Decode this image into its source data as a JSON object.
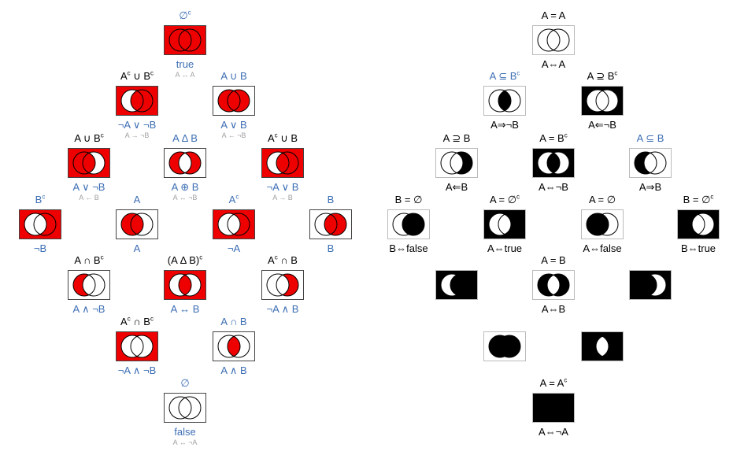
{
  "colors": {
    "red": "#ee0000",
    "black": "#000000",
    "white": "#ffffff",
    "blue_text": "#3c6eb4",
    "gray_text": "#a0a0a0"
  },
  "left": {
    "nodes": [
      {
        "id": "L-top",
        "fill": {
          "outside": true,
          "a": true,
          "b": true,
          "ab": true
        },
        "label_top": {
          "text": "∅",
          "sup": "c",
          "color": "blu"
        },
        "label_bot": {
          "text": "true",
          "color": "blu"
        },
        "label_sub": "A ↔ A"
      },
      {
        "id": "L-r1-a",
        "fill": {
          "outside": true,
          "a": false,
          "b": true,
          "ab": true
        },
        "label_top": {
          "text": "A",
          "sup": "c",
          "text2": " ∪ B",
          "sup2": "c",
          "color": "blk"
        },
        "label_bot": {
          "text": "¬A ∨ ¬B",
          "color": "blu"
        },
        "label_sub": "A → ¬B"
      },
      {
        "id": "L-r1-b",
        "fill": {
          "outside": false,
          "a": true,
          "b": true,
          "ab": true
        },
        "label_top": {
          "text": "A ∪ B",
          "color": "blu"
        },
        "label_bot": {
          "text": "A ∨ B",
          "color": "blu"
        },
        "label_sub": "A ← ¬B"
      },
      {
        "id": "L-r2-a",
        "fill": {
          "outside": true,
          "a": true,
          "b": false,
          "ab": true
        },
        "label_top": {
          "text": "A ∪ B",
          "sup": "c",
          "color": "blk"
        },
        "label_bot": {
          "text": "A ∨ ¬B",
          "color": "blu"
        },
        "label_sub": "A ← B"
      },
      {
        "id": "L-r2-b",
        "fill": {
          "outside": false,
          "a": true,
          "b": true,
          "ab": false
        },
        "label_top": {
          "text": "A Δ B",
          "color": "blu"
        },
        "label_bot": {
          "text": "A ⊕ B",
          "color": "blu"
        },
        "label_sub": "A ↔ ¬B"
      },
      {
        "id": "L-r2-c",
        "fill": {
          "outside": true,
          "a": false,
          "b": true,
          "ab": true
        },
        "label_top": {
          "text": "A",
          "sup": "c",
          "text2": " ∪ B",
          "color": "blk"
        },
        "label_bot": {
          "text": "¬A ∨ B",
          "color": "blu"
        },
        "label_sub": "A → B"
      },
      {
        "id": "L-r3-a",
        "fill": {
          "outside": true,
          "a": false,
          "b": true,
          "ab": false
        },
        "label_top": {
          "text": "B",
          "sup": "c",
          "color": "blu"
        },
        "label_bot": {
          "text": "¬B",
          "color": "blu"
        },
        "label_sub": ""
      },
      {
        "id": "L-r3-b",
        "fill": {
          "outside": false,
          "a": true,
          "b": false,
          "ab": true
        },
        "label_top": {
          "text": "A",
          "color": "blu"
        },
        "label_bot": {
          "text": "A",
          "color": "blu"
        },
        "label_sub": ""
      },
      {
        "id": "L-r3-c",
        "fill": {
          "outside": true,
          "a": false,
          "b": true,
          "ab": false
        },
        "label_top": {
          "text": "A",
          "sup": "c",
          "color": "blu"
        },
        "label_bot": {
          "text": "¬A",
          "color": "blu"
        },
        "label_sub": ""
      },
      {
        "id": "L-r3-d",
        "fill": {
          "outside": false,
          "a": false,
          "b": true,
          "ab": true
        },
        "label_top": {
          "text": "B",
          "color": "blu"
        },
        "label_bot": {
          "text": "B",
          "color": "blu"
        },
        "label_sub": ""
      },
      {
        "id": "L-r4-a",
        "fill": {
          "outside": false,
          "a": true,
          "b": false,
          "ab": false
        },
        "label_top": {
          "text": "A ∩ B",
          "sup": "c",
          "color": "blk"
        },
        "label_bot": {
          "text": "A ∧ ¬B",
          "color": "blu"
        },
        "label_sub": ""
      },
      {
        "id": "L-r4-b",
        "fill": {
          "outside": true,
          "a": false,
          "b": false,
          "ab": true
        },
        "label_top": {
          "text": "(A Δ B)",
          "sup": "c",
          "color": "blk"
        },
        "label_bot": {
          "text": "A ↔ B",
          "color": "blu"
        },
        "label_sub": ""
      },
      {
        "id": "L-r4-c",
        "fill": {
          "outside": false,
          "a": false,
          "b": true,
          "ab": false
        },
        "label_top": {
          "text": "A",
          "sup": "c",
          "text2": " ∩ B",
          "color": "blk"
        },
        "label_bot": {
          "text": "¬A ∧ B",
          "color": "blu"
        },
        "label_sub": ""
      },
      {
        "id": "L-r5-a",
        "fill": {
          "outside": true,
          "a": false,
          "b": false,
          "ab": false
        },
        "label_top": {
          "text": "A",
          "sup": "c",
          "text2": " ∩ B",
          "sup2": "c",
          "color": "blk"
        },
        "label_bot": {
          "text": "¬A ∧ ¬B",
          "color": "blu"
        },
        "label_sub": ""
      },
      {
        "id": "L-r5-b",
        "fill": {
          "outside": false,
          "a": false,
          "b": false,
          "ab": true
        },
        "label_top": {
          "text": "A ∩ B",
          "color": "blu"
        },
        "label_bot": {
          "text": "A ∧ B",
          "color": "blu"
        },
        "label_sub": ""
      },
      {
        "id": "L-bottom",
        "fill": {
          "outside": false,
          "a": false,
          "b": false,
          "ab": false
        },
        "label_top": {
          "text": "∅",
          "color": "blu"
        },
        "label_bot": {
          "text": "false",
          "color": "blu"
        },
        "label_sub": "A ↔ ¬A"
      }
    ]
  },
  "right": {
    "nodes": [
      {
        "id": "R-top",
        "fill": {
          "outside": false,
          "a": false,
          "b": false,
          "ab": false
        },
        "label_top": {
          "text": "A = A",
          "color": "blk"
        },
        "label_bot": {
          "text": "A⇔A",
          "color": "blk"
        }
      },
      {
        "id": "R-r1-a",
        "fill": {
          "outside": false,
          "a": false,
          "b": false,
          "ab": true
        },
        "label_top": {
          "text": "A ⊆ B",
          "sup": "c",
          "color": "blu"
        },
        "label_bot": {
          "text": "A⇒¬B",
          "color": "blk"
        }
      },
      {
        "id": "R-r1-b",
        "fill": {
          "outside": true,
          "a": false,
          "b": false,
          "ab": false
        },
        "label_top": {
          "text": "A ⊇ B",
          "sup": "c",
          "color": "blk"
        },
        "label_bot": {
          "text": "A⇐¬B",
          "color": "blk"
        }
      },
      {
        "id": "R-r2-a",
        "fill": {
          "outside": false,
          "a": false,
          "b": true,
          "ab": false
        },
        "label_top": {
          "text": "A ⊇ B",
          "color": "blk"
        },
        "label_bot": {
          "text": "A⇐B",
          "color": "blk"
        }
      },
      {
        "id": "R-r2-b",
        "fill": {
          "outside": true,
          "a": false,
          "b": false,
          "ab": true
        },
        "label_top": {
          "text": "A = B",
          "sup": "c",
          "color": "blk"
        },
        "label_bot": {
          "text": "A⇔¬B",
          "color": "blk"
        }
      },
      {
        "id": "R-r2-c",
        "fill": {
          "outside": false,
          "a": true,
          "b": false,
          "ab": false
        },
        "label_top": {
          "text": "A ⊆ B",
          "color": "blu"
        },
        "label_bot": {
          "text": "A⇒B",
          "color": "blk"
        }
      },
      {
        "id": "R-r3-a",
        "fill": {
          "outside": false,
          "a": false,
          "b": true,
          "ab": true
        },
        "label_top": {
          "text": "B = ∅",
          "color": "blk"
        },
        "label_bot": {
          "text": "B⇔false",
          "color": "blk"
        }
      },
      {
        "id": "R-r3-b",
        "fill": {
          "outside": true,
          "a": false,
          "b": true,
          "ab": false
        },
        "label_top": {
          "text": "A = ∅",
          "sup": "c",
          "color": "blk"
        },
        "label_bot": {
          "text": "A⇔true",
          "color": "blk"
        }
      },
      {
        "id": "R-r3-c",
        "fill": {
          "outside": false,
          "a": true,
          "b": false,
          "ab": true
        },
        "label_top": {
          "text": "A = ∅",
          "color": "blk"
        },
        "label_bot": {
          "text": "A⇔false",
          "color": "blk"
        }
      },
      {
        "id": "R-r3-d",
        "fill": {
          "outside": true,
          "a": true,
          "b": false,
          "ab": false
        },
        "label_top": {
          "text": "B = ∅",
          "sup": "c",
          "color": "blk"
        },
        "label_bot": {
          "text": "B⇔true",
          "color": "blk"
        }
      },
      {
        "id": "R-r4-a",
        "fill": {
          "outside": true,
          "a": false,
          "b": true,
          "ab": true
        },
        "label_top": null,
        "label_bot": null
      },
      {
        "id": "R-r4-b",
        "fill": {
          "outside": false,
          "a": true,
          "b": true,
          "ab": false
        },
        "label_top": {
          "text": "A = B",
          "color": "blk"
        },
        "label_bot": {
          "text": "A⇔B",
          "color": "blk"
        }
      },
      {
        "id": "R-r4-c",
        "fill": {
          "outside": true,
          "a": true,
          "b": false,
          "ab": true
        },
        "label_top": null,
        "label_bot": null
      },
      {
        "id": "R-r5-a",
        "fill": {
          "outside": false,
          "a": true,
          "b": true,
          "ab": true
        },
        "label_top": null,
        "label_bot": null
      },
      {
        "id": "R-r5-b",
        "fill": {
          "outside": true,
          "a": true,
          "b": true,
          "ab": false
        },
        "label_top": null,
        "label_bot": null
      },
      {
        "id": "R-bottom",
        "fill": {
          "outside": true,
          "a": true,
          "b": true,
          "ab": true
        },
        "label_top": {
          "text": "A = A",
          "sup": "c",
          "color": "blk"
        },
        "label_bot": {
          "text": "A⇔¬A",
          "color": "blk"
        }
      }
    ]
  }
}
